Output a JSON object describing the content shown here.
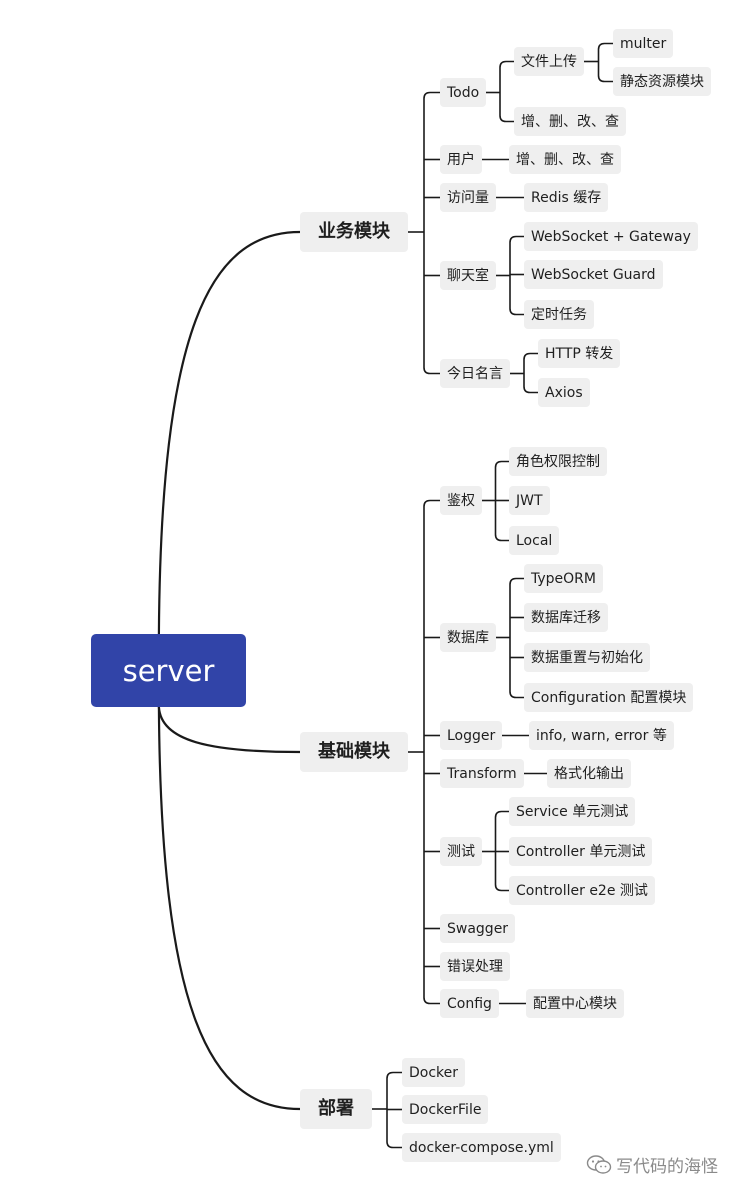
{
  "root": "server",
  "branches": [
    {
      "label": "业务模块",
      "children": [
        {
          "label": "Todo",
          "children": [
            {
              "label": "文件上传",
              "children": [
                {
                  "label": "multer"
                },
                {
                  "label": "静态资源模块"
                }
              ]
            },
            {
              "label": "增、删、改、查"
            }
          ]
        },
        {
          "label": "用户",
          "children": [
            {
              "label": "增、删、改、查"
            }
          ]
        },
        {
          "label": "访问量",
          "children": [
            {
              "label": "Redis 缓存"
            }
          ]
        },
        {
          "label": "聊天室",
          "children": [
            {
              "label": "WebSocket + Gateway"
            },
            {
              "label": "WebSocket Guard"
            },
            {
              "label": "定时任务"
            }
          ]
        },
        {
          "label": "今日名言",
          "children": [
            {
              "label": "HTTP 转发"
            },
            {
              "label": "Axios"
            }
          ]
        }
      ]
    },
    {
      "label": "基础模块",
      "children": [
        {
          "label": "鉴权",
          "children": [
            {
              "label": "角色权限控制"
            },
            {
              "label": "JWT"
            },
            {
              "label": "Local"
            }
          ]
        },
        {
          "label": "数据库",
          "children": [
            {
              "label": "TypeORM"
            },
            {
              "label": "数据库迁移"
            },
            {
              "label": "数据重置与初始化"
            },
            {
              "label": "Configuration 配置模块"
            }
          ]
        },
        {
          "label": "Logger",
          "children": [
            {
              "label": "info, warn, error 等"
            }
          ]
        },
        {
          "label": "Transform",
          "children": [
            {
              "label": "格式化输出"
            }
          ]
        },
        {
          "label": "测试",
          "children": [
            {
              "label": "Service 单元测试"
            },
            {
              "label": "Controller 单元测试"
            },
            {
              "label": "Controller e2e 测试"
            }
          ]
        },
        {
          "label": "Swagger"
        },
        {
          "label": "错误处理"
        },
        {
          "label": "Config",
          "children": [
            {
              "label": "配置中心模块"
            }
          ]
        }
      ]
    },
    {
      "label": "部署",
      "children": [
        {
          "label": "Docker"
        },
        {
          "label": "DockerFile"
        },
        {
          "label": "docker-compose.yml"
        }
      ]
    }
  ],
  "watermark": {
    "text": "写代码的海怪",
    "icon": "wechat-icon"
  },
  "colors": {
    "root_bg": "#3144a8",
    "root_text": "#ffffff",
    "node_bg": "#efefef",
    "line": "#1a1a1a"
  }
}
